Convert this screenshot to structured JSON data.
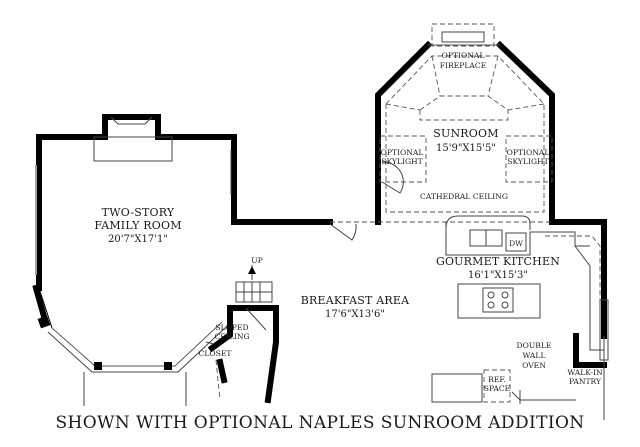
{
  "rooms": {
    "family_room": {
      "name_line1": "TWO-STORY",
      "name_line2": "FAMILY ROOM",
      "size": "20'7\"X17'1\""
    },
    "sunroom": {
      "name": "SUNROOM",
      "size": "15'9\"X15'5\""
    },
    "kitchen": {
      "name": "GOURMET KITCHEN",
      "size": "16'1\"X15'3\""
    },
    "breakfast": {
      "name": "BREAKFAST AREA",
      "size": "17'6\"X13'6\""
    }
  },
  "labels": {
    "optional_fireplace_1": "OPTIONAL",
    "optional_fireplace_2": "FIREPLACE",
    "skylight_left_1": "OPTIONAL",
    "skylight_left_2": "SKYLIGHT",
    "skylight_right_1": "OPTIONAL",
    "skylight_right_2": "SKYLIGHT",
    "cathedral_ceiling": "CATHEDRAL CEILING",
    "dw": "DW",
    "up": "UP",
    "sloped_1": "SLOPED",
    "sloped_2": "CEILING",
    "closet": "CLOSET",
    "double_oven_1": "DOUBLE",
    "double_oven_2": "WALL",
    "double_oven_3": "OVEN",
    "ref_1": "REF.",
    "ref_2": "SPACE",
    "pantry_1": "WALK-IN",
    "pantry_2": "PANTRY"
  },
  "caption": "SHOWN WITH OPTIONAL NAPLES SUNROOM ADDITION"
}
